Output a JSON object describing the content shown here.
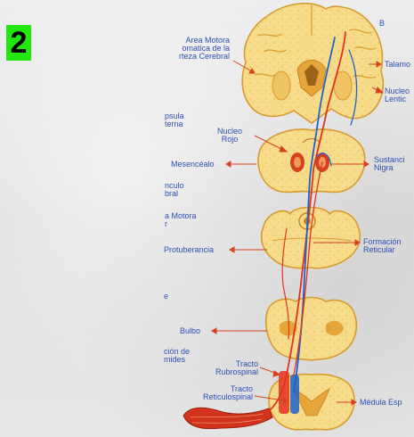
{
  "slide": {
    "number": "2"
  },
  "colors": {
    "accent_text": "#2e50b8",
    "tract_red": "#e4311f",
    "tract_blue": "#1f63c9",
    "tissue": "#f6dc8a",
    "badge": "#22e810"
  },
  "labels": {
    "top_letter": "B",
    "area_motora": [
      "Area Motora",
      "omatica de la",
      "rteza Cerebral"
    ],
    "talamo": "Talamo",
    "nucleo_lenticular": [
      "Nucleo",
      "Lentic"
    ],
    "capsula_interna": [
      "psula",
      "terna"
    ],
    "nucleo_rojo": [
      "Nucleo",
      "Rojo"
    ],
    "mesencefalo": "Mesencéalo",
    "sustancia_nigra": [
      "Sustanci",
      "Nigra"
    ],
    "pedunculo": [
      "nculo",
      "bral"
    ],
    "area_motora_2": [
      "a Motora",
      "r"
    ],
    "protuberancia": "Protuberancia",
    "formacion_reticular": [
      "Formación",
      "Reticular"
    ],
    "stray_e": "e",
    "bulbo": "Bulbo",
    "decusacion": [
      "ción de",
      "mides"
    ],
    "tracto_rubrospinal": [
      "Tracto",
      "Rubrospinal"
    ],
    "tracto_reticulospinal": [
      "Tracto",
      "Reticulospinal"
    ],
    "medula_espinal": "Médula Esp"
  }
}
